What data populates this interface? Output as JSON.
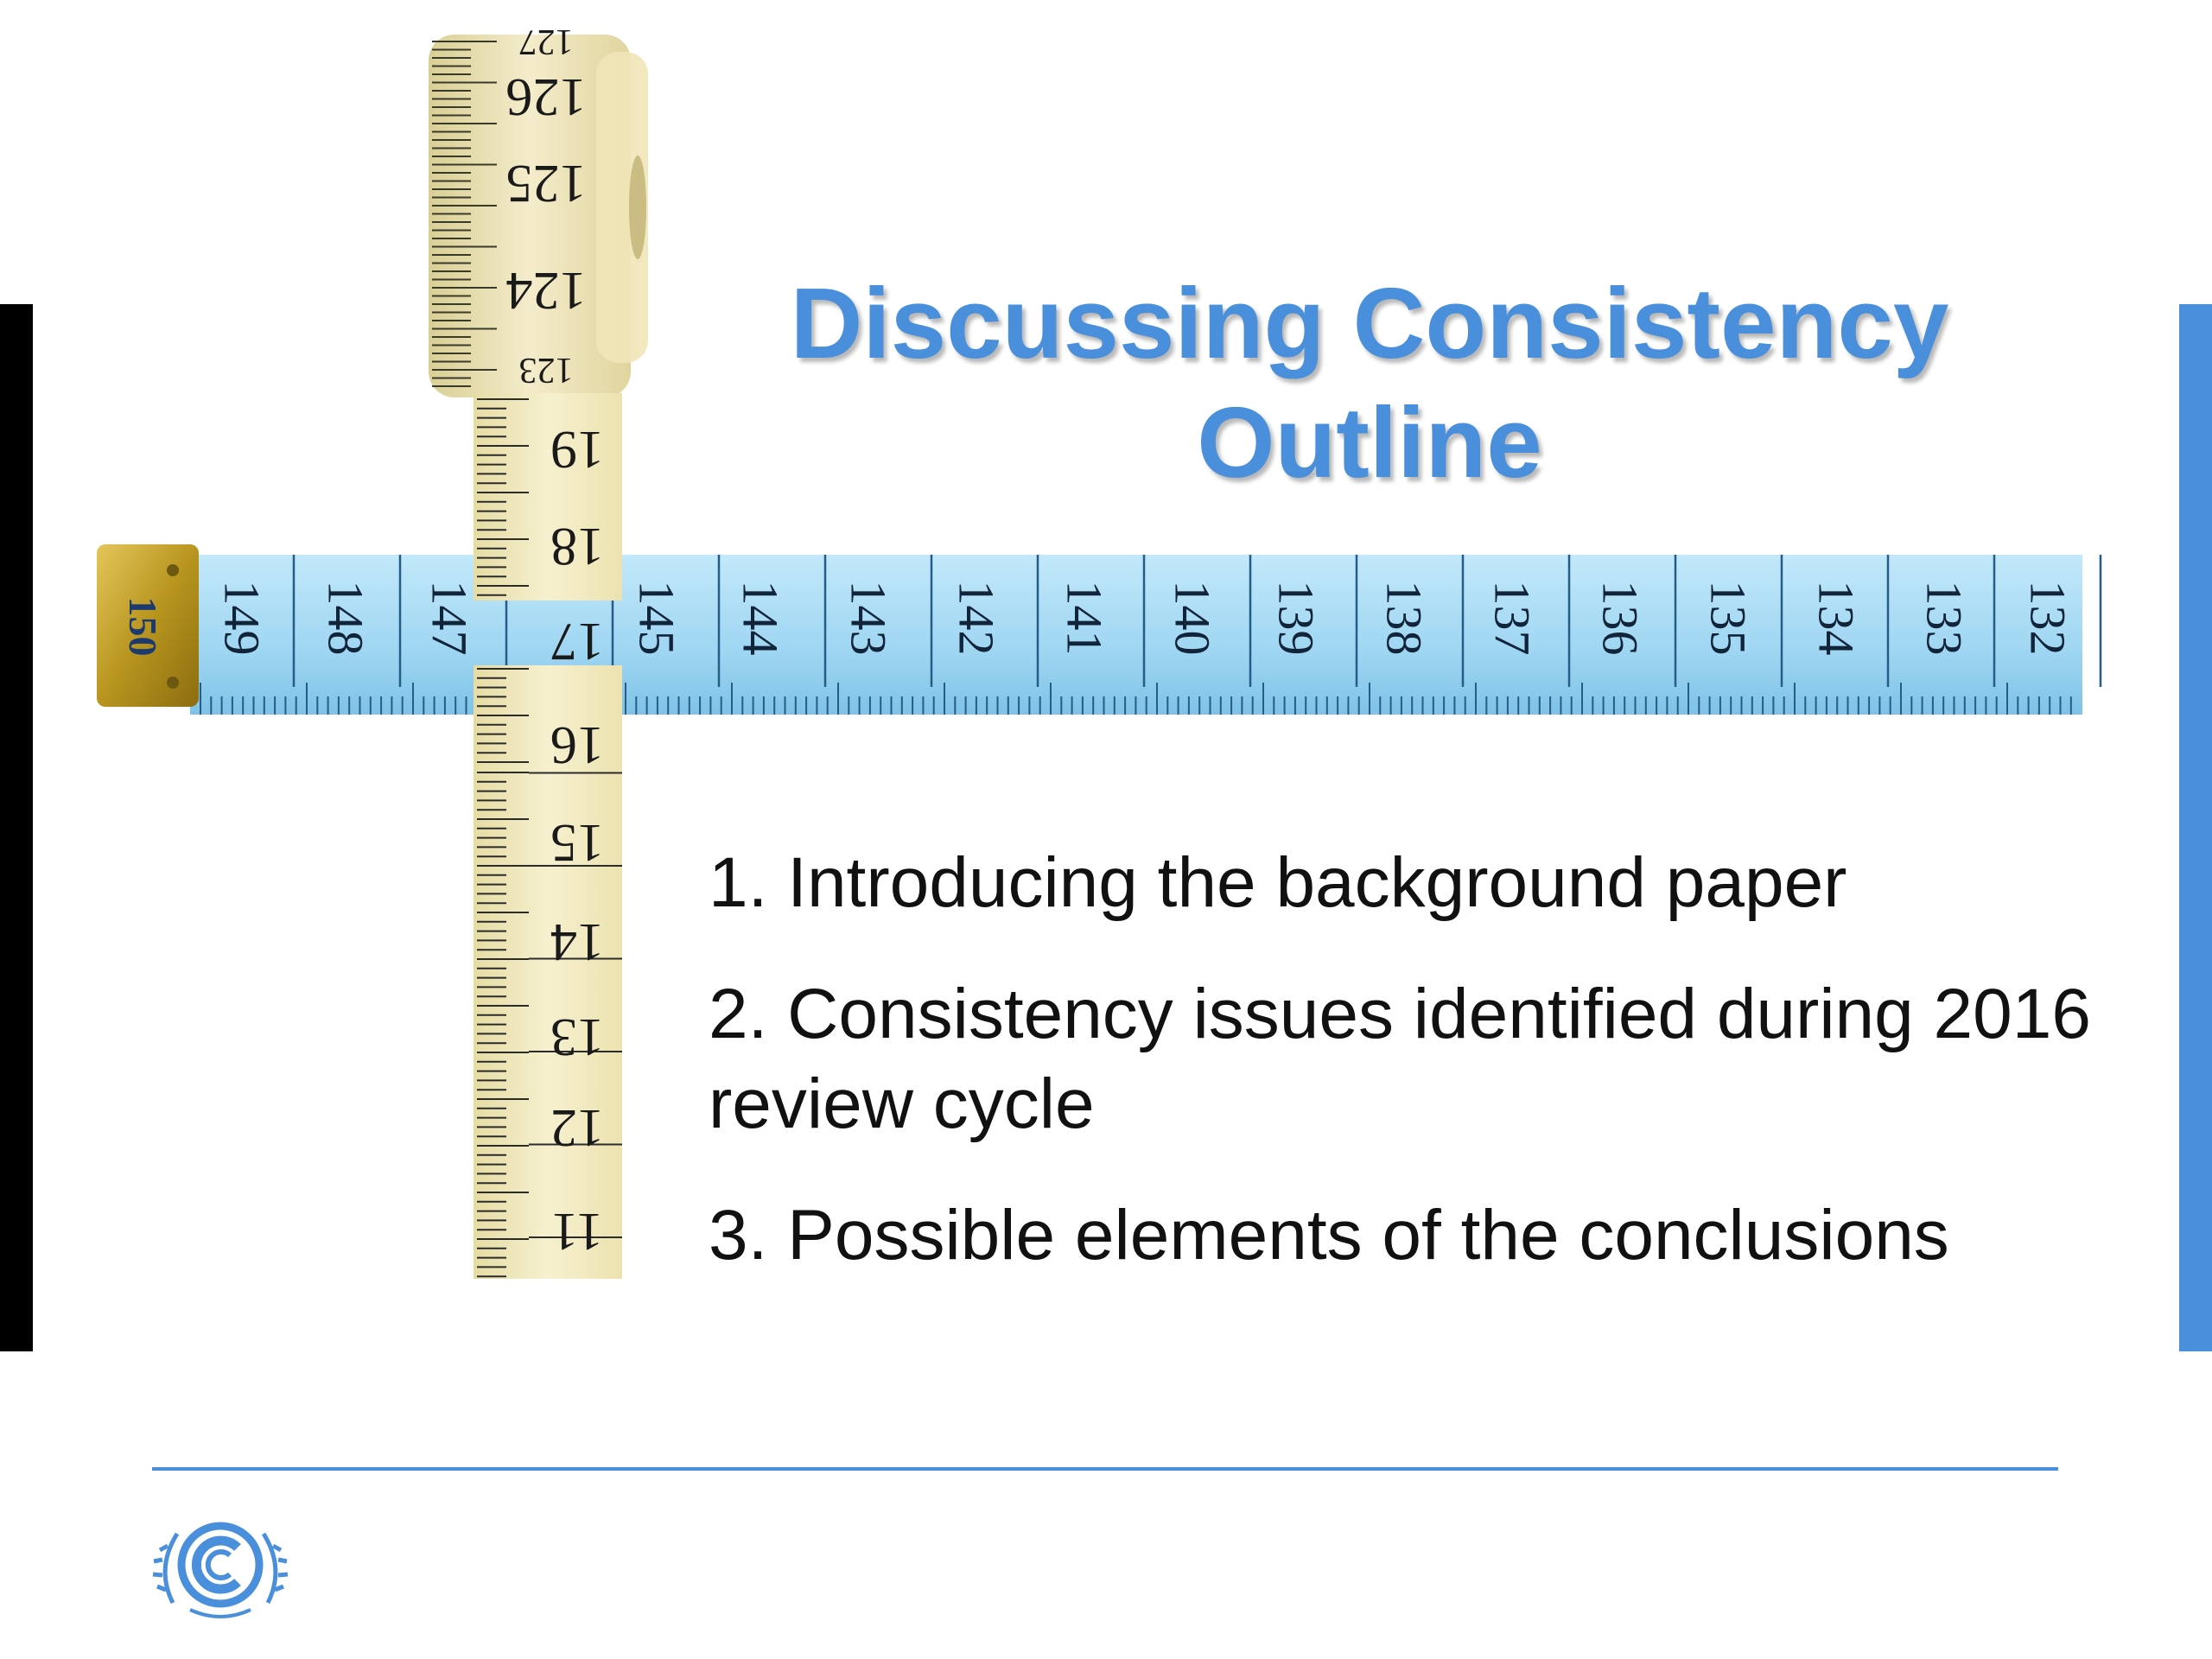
{
  "slide": {
    "title_line1": "Discussing Consistency",
    "title_line2": "Outline",
    "outline_items": [
      "1. Introducing the background paper",
      "2. Consistency issues identified during 2016 review cycle",
      "3. Possible elements of the conclusions"
    ],
    "colors": {
      "accent_blue": "#4a8fdb",
      "tape_blue": "#9fd6f2",
      "tape_yellow": "#f3ecc4"
    }
  },
  "tape": {
    "vertical_numbers": [
      "127",
      "126",
      "125",
      "124",
      "123",
      "19",
      "18",
      "17",
      "16",
      "15",
      "14",
      "13",
      "12",
      "11"
    ],
    "horizontal_numbers": [
      "149",
      "148",
      "147",
      "145",
      "144",
      "143",
      "142",
      "141",
      "140",
      "139",
      "138",
      "137",
      "136",
      "135",
      "134",
      "133",
      "132"
    ],
    "clip_label": "150"
  },
  "logo": {
    "icon": "unfccc-logo-icon"
  }
}
